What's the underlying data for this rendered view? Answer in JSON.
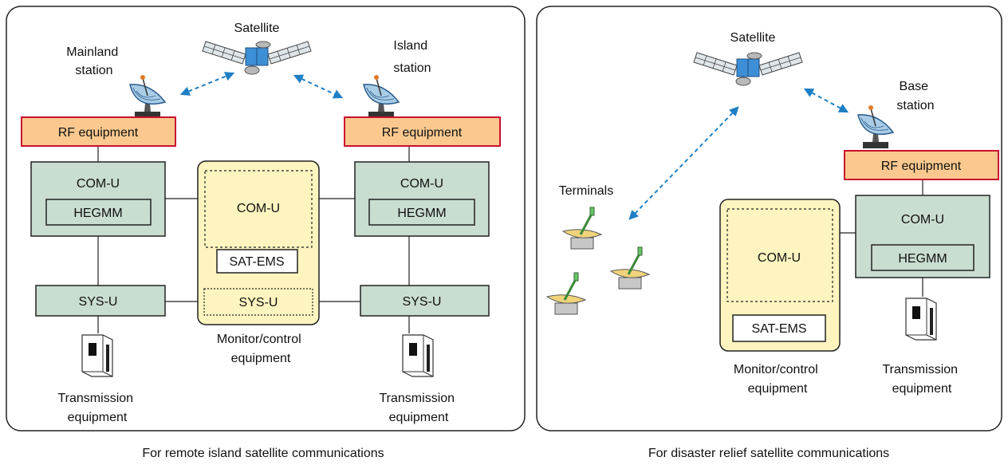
{
  "colors": {
    "panel_border": "#222222",
    "unit_fill": "#c9ddd0",
    "monitor_fill": "#fdf4bf",
    "rf_fill": "#fbc98f",
    "rf_border": "#c8102e",
    "link": "#1f7fc4",
    "line": "#222222"
  },
  "left": {
    "satellite_label": "Satellite",
    "mainland_label": [
      "Mainland",
      "station"
    ],
    "island_label": [
      "Island",
      "station"
    ],
    "rf_left": "RF equipment",
    "rf_right": "RF equipment",
    "comu_left": "COM-U",
    "hegmm_left": "HEGMM",
    "comu_right": "COM-U",
    "hegmm_right": "HEGMM",
    "comu_center": "COM-U",
    "satems_center": "SAT-EMS",
    "sysu_center": "SYS-U",
    "sysu_left": "SYS-U",
    "sysu_right": "SYS-U",
    "monitor_label": [
      "Monitor/control",
      "equipment"
    ],
    "trans_left": [
      "Transmission",
      "equipment"
    ],
    "trans_right": [
      "Transmission",
      "equipment"
    ],
    "caption": "For remote island satellite communications"
  },
  "right": {
    "satellite_label": "Satellite",
    "base_label": [
      "Base",
      "station"
    ],
    "terminals_label": "Terminals",
    "rf": "RF equipment",
    "comu": "COM-U",
    "hegmm": "HEGMM",
    "comu_monitor": "COM-U",
    "satems": "SAT-EMS",
    "monitor_label": [
      "Monitor/control",
      "equipment"
    ],
    "trans_label": [
      "Transmission",
      "equipment"
    ],
    "caption": "For disaster relief satellite communications"
  }
}
